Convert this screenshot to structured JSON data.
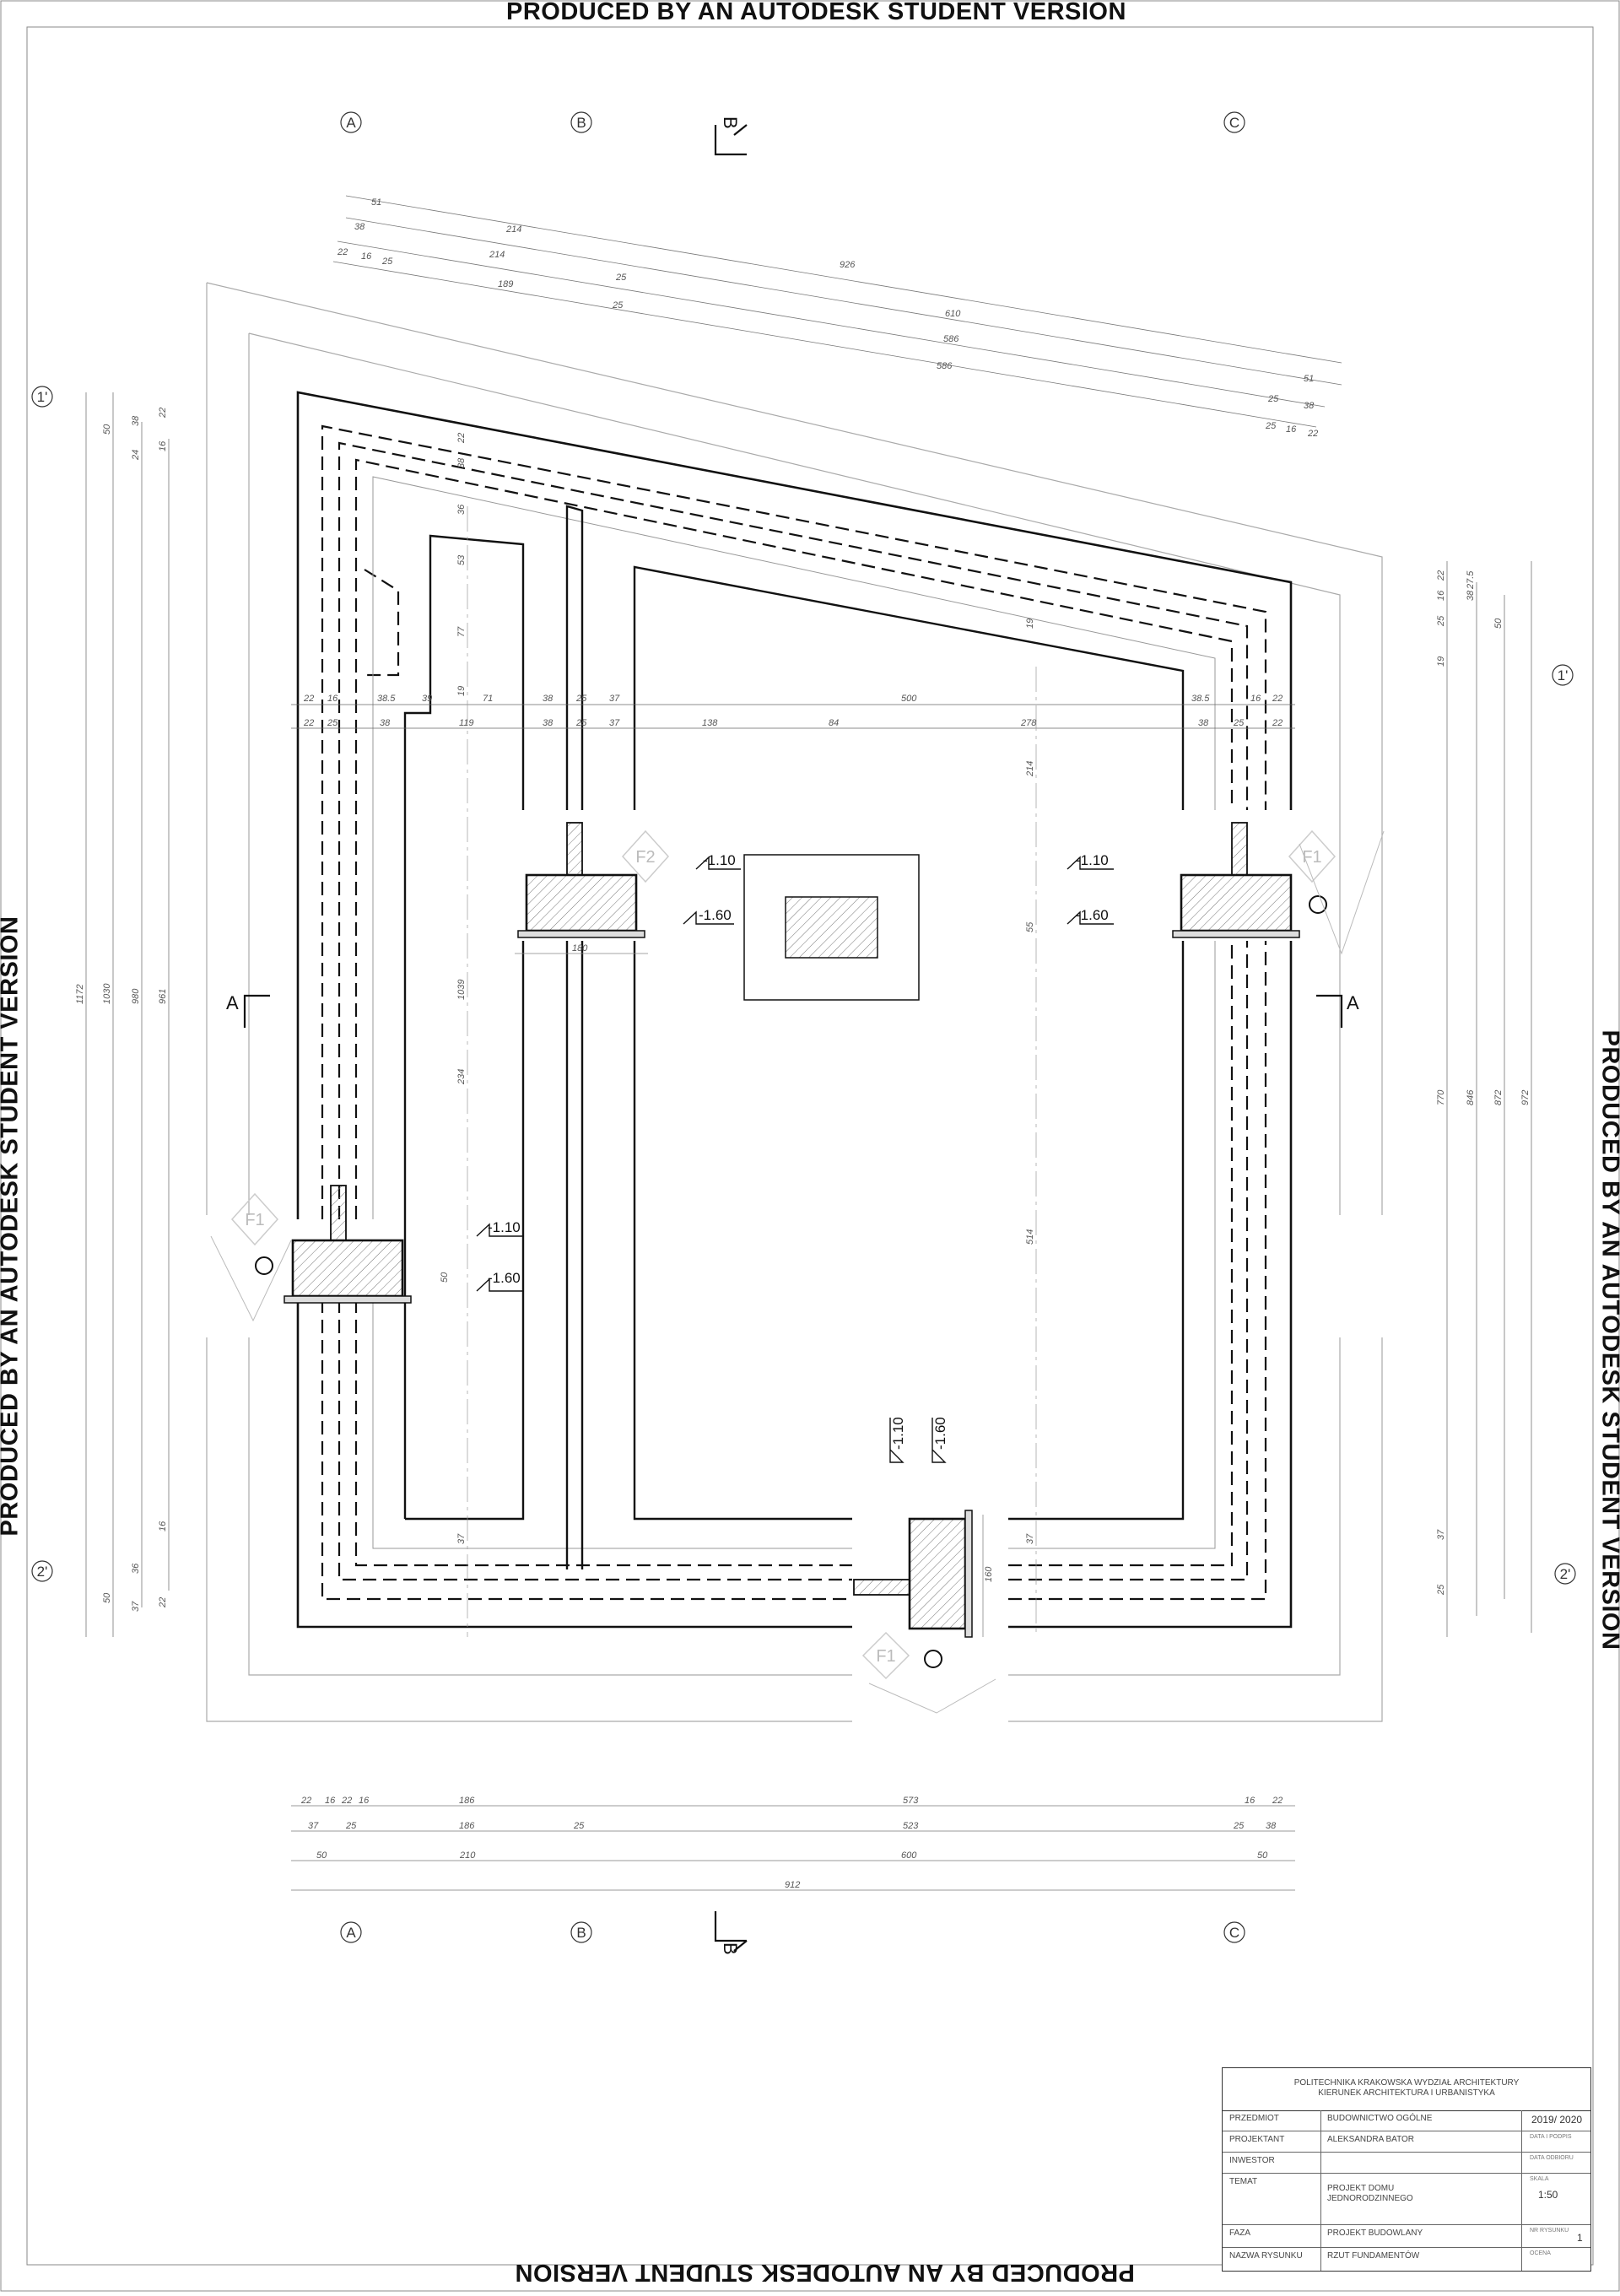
{
  "watermark": "PRODUCED BY AN AUTODESK STUDENT VERSION",
  "axes": {
    "a": "A",
    "b": "B",
    "c": "C",
    "row1": "1'",
    "row2": "2'"
  },
  "sections": {
    "a": "A",
    "b": "B"
  },
  "footing_tags": {
    "f1": "F1",
    "f2": "F2"
  },
  "levels": {
    "l110": "-1.10",
    "l160": "-1.60"
  },
  "dims": {
    "top": [
      "51",
      "214",
      "38",
      "214",
      "22",
      "16",
      "25",
      "189",
      "25",
      "926",
      "25",
      "610",
      "586",
      "586",
      "51",
      "25",
      "38",
      "25",
      "16",
      "22"
    ],
    "bottom_r1": [
      "22",
      "16",
      "22",
      "16",
      "186",
      "573",
      "22",
      "16"
    ],
    "bottom_r2": [
      "37",
      "25",
      "186",
      "25",
      "523",
      "25",
      "38"
    ],
    "bottom_r3": [
      "50",
      "210",
      "600",
      "50"
    ],
    "bottom_total": "912",
    "left": [
      "1172",
      "1030",
      "980",
      "961",
      "50",
      "38",
      "24",
      "16",
      "22",
      "50",
      "37",
      "36",
      "22",
      "16"
    ],
    "right": [
      "770",
      "846",
      "872",
      "972",
      "22",
      "16",
      "25",
      "38",
      "50",
      "37",
      "25",
      "27.5",
      "19"
    ],
    "mid_row1": [
      "22",
      "16",
      "38.5",
      "39",
      "71",
      "38",
      "25",
      "37",
      "500",
      "38.5",
      "16",
      "22"
    ],
    "mid_row2": [
      "22",
      "25",
      "38",
      "119",
      "38",
      "25",
      "37",
      "138",
      "84",
      "278",
      "38",
      "25",
      "22"
    ],
    "vert_inner": [
      "22",
      "38",
      "36",
      "53",
      "77",
      "19",
      "1039",
      "234",
      "214",
      "55",
      "514",
      "37",
      "37",
      "19",
      "50",
      "180",
      "160"
    ]
  },
  "title_block": {
    "school_line1": "POLITECHNIKA KRAKOWSKA WYDZIAŁ ARCHITEKTURY",
    "school_line2": "KIERUNEK ARCHITEKTURA I URBANISTYKA",
    "rows": [
      {
        "label": "PRZEDMIOT",
        "value": "BUDOWNICTWO OGÓLNE",
        "small": "",
        "big": "2019/ 2020"
      },
      {
        "label": "PROJEKTANT",
        "value": "ALEKSANDRA BATOR",
        "small": "DATA I PODPIS",
        "big": ""
      },
      {
        "label": "INWESTOR",
        "value": "",
        "small": "DATA ODBIORU",
        "big": ""
      },
      {
        "label": "TEMAT",
        "value": "PROJEKT DOMU",
        "value2": "JEDNORODZINNEGO",
        "small": "SKALA",
        "big": "1:50"
      },
      {
        "label": "FAZA",
        "value": "PROJEKT BUDOWLANY",
        "small": "NR RYSUNKU",
        "big": "1"
      },
      {
        "label": "NAZWA RYSUNKU",
        "value": "RZUT FUNDAMENTÓW",
        "small": "OCENA",
        "big": ""
      }
    ]
  }
}
